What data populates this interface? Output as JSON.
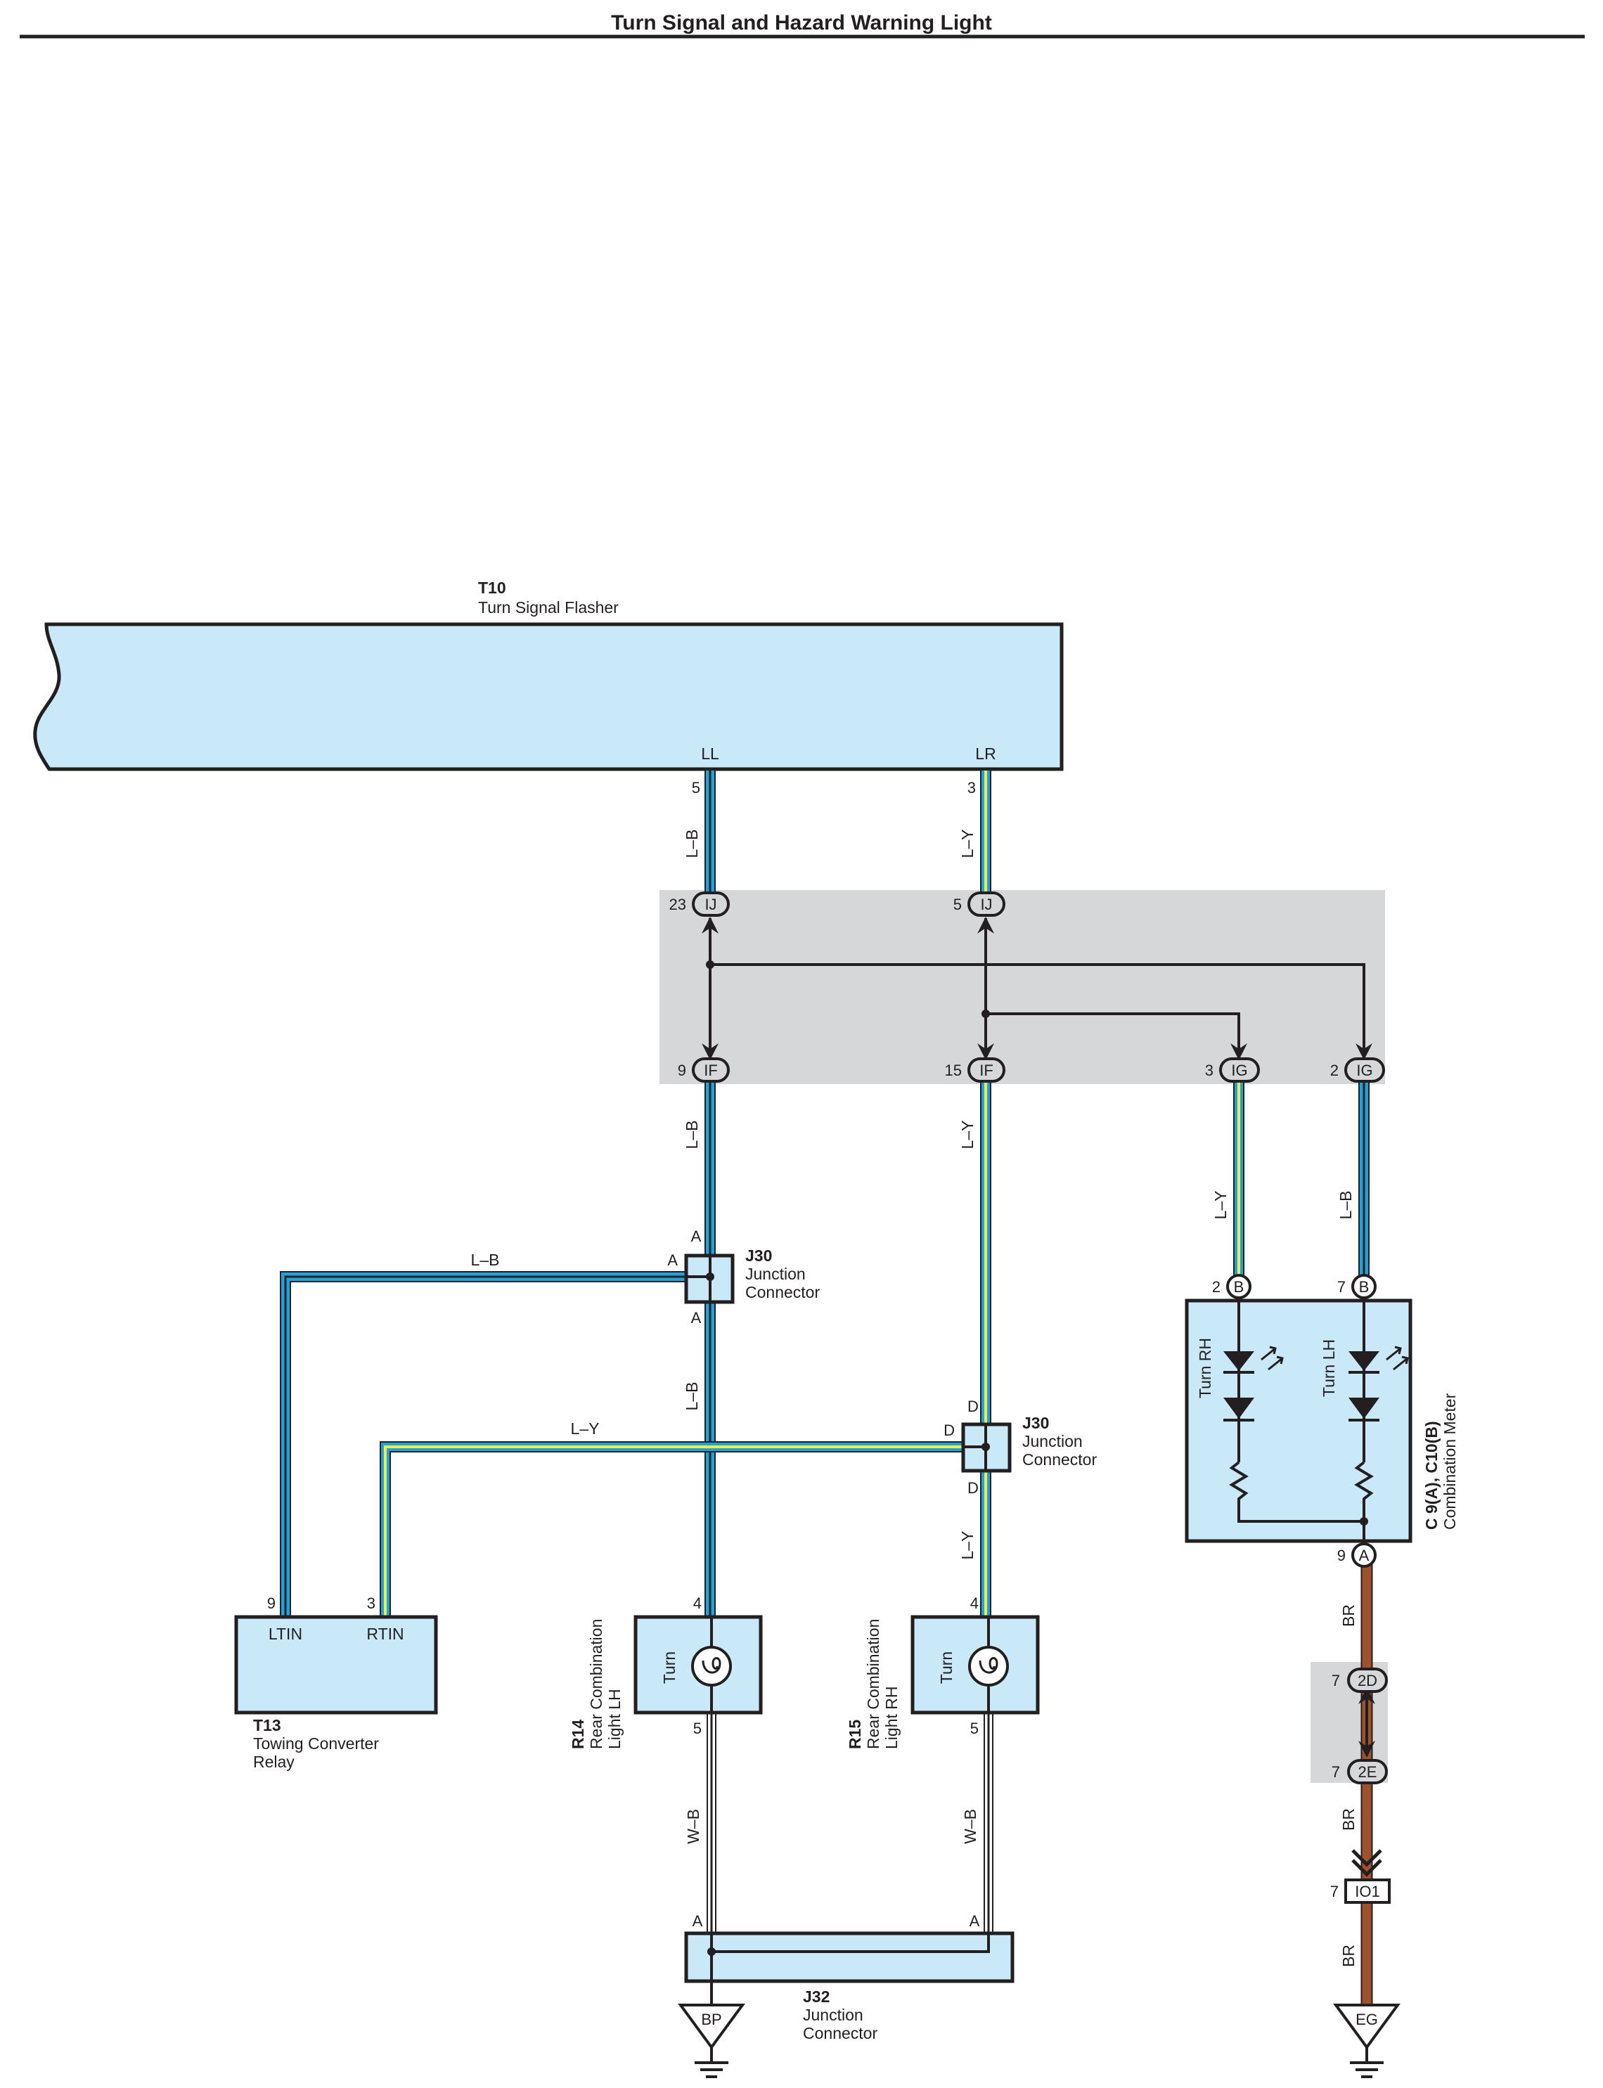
{
  "title": "Turn Signal and Hazard Warning Light",
  "colors": {
    "wire_blue": "#1fa3dc",
    "wire_yellow": "#f5ec42",
    "wire_brown": "#a0522d",
    "component_fill": "#c9e9f8",
    "junction_block_fill": "#d5d7d8",
    "outline": "#231f20"
  },
  "components": {
    "t10": {
      "code": "T10",
      "name": "Turn Signal Flasher",
      "pin_ll": "LL",
      "pin_lr": "LR",
      "pin_ll_no": "5",
      "pin_lr_no": "3"
    },
    "t13": {
      "code": "T13",
      "name_line1": "Towing Converter",
      "name_line2": "Relay",
      "pin_ltin": "LTIN",
      "pin_rtin": "RTIN",
      "pin_ltin_no": "9",
      "pin_rtin_no": "3"
    },
    "j30_a": {
      "code": "J30",
      "name_line1": "Junction",
      "name_line2": "Connector",
      "pin": "A"
    },
    "j30_d": {
      "code": "J30",
      "name_line1": "Junction",
      "name_line2": "Connector",
      "pin": "D"
    },
    "j32": {
      "code": "J32",
      "name_line1": "Junction",
      "name_line2": "Connector",
      "pin": "A"
    },
    "r14": {
      "code": "R14",
      "name_line1": "Rear Combination",
      "name_line2": "Light LH",
      "bulb": "Turn",
      "pin_in": "4",
      "pin_out": "5"
    },
    "r15": {
      "code": "R15",
      "name_line1": "Rear Combination",
      "name_line2": "Light RH",
      "bulb": "Turn",
      "pin_in": "4",
      "pin_out": "5"
    },
    "meter": {
      "code": "C 9(A), C10(B)",
      "name": "Combination Meter",
      "turn_rh": "Turn RH",
      "turn_lh": "Turn LH",
      "pin_rh_no": "2",
      "pin_lh_no": "7",
      "pin_gnd_no": "9",
      "conn_b": "B",
      "conn_a": "A"
    }
  },
  "connectors": {
    "ij_23": {
      "pin": "23",
      "code": "IJ"
    },
    "ij_5": {
      "pin": "5",
      "code": "IJ"
    },
    "if_9": {
      "pin": "9",
      "code": "IF"
    },
    "if_15": {
      "pin": "15",
      "code": "IF"
    },
    "ig_3": {
      "pin": "3",
      "code": "IG"
    },
    "ig_2": {
      "pin": "2",
      "code": "IG"
    },
    "c2d": {
      "pin": "7",
      "code": "2D"
    },
    "c2e": {
      "pin": "7",
      "code": "2E"
    },
    "io1": {
      "pin": "7",
      "code": "IO1"
    }
  },
  "grounds": {
    "bp": "BP",
    "eg": "EG"
  },
  "wires": {
    "lb": "L–B",
    "ly": "L–Y",
    "wb": "W–B",
    "br": "BR"
  }
}
